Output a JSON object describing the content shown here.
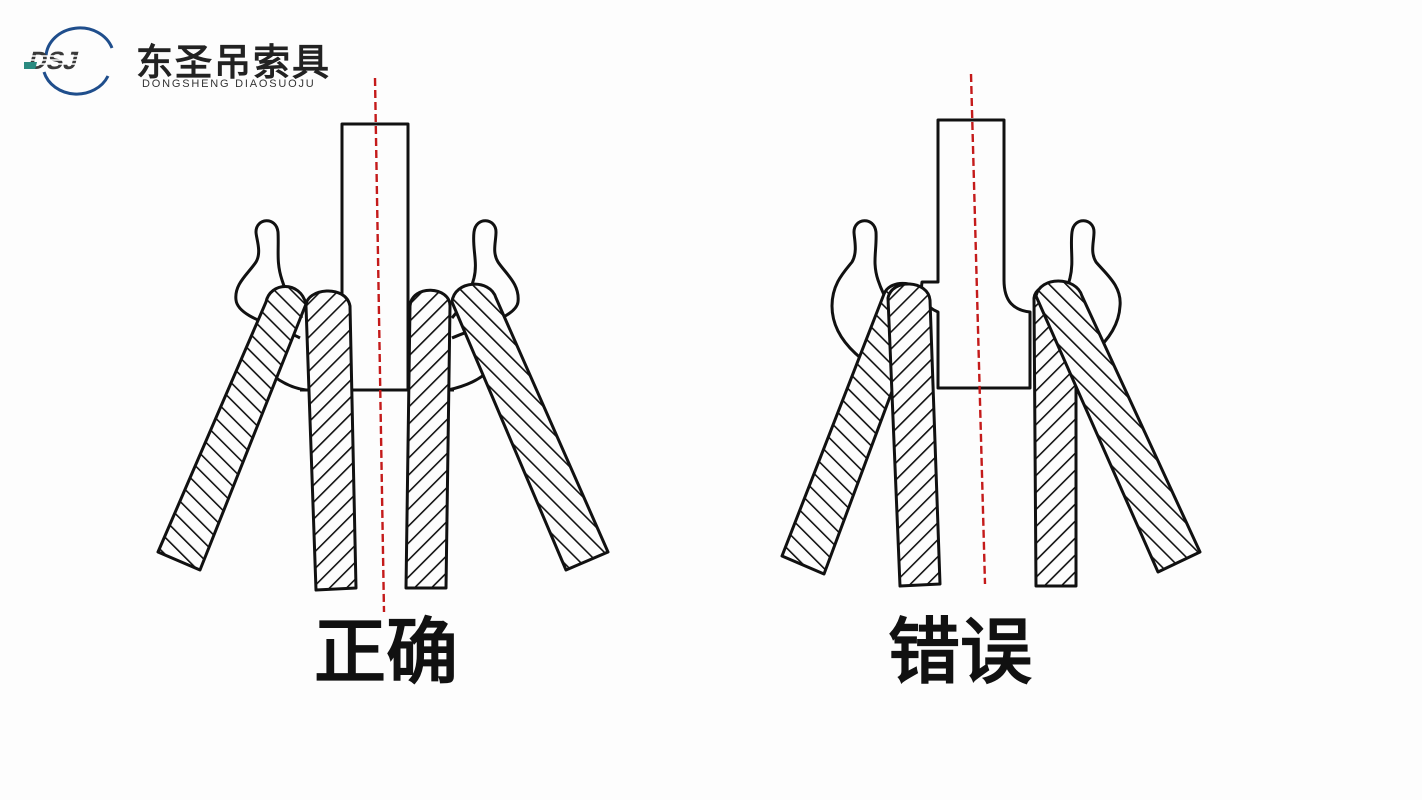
{
  "brand": {
    "name_cn": "东圣吊索具",
    "name_en": "DONGSHENG DIAOSUOJU",
    "logo_letters": "DSJ",
    "colors": {
      "mark": "#3a3a3a",
      "arc": "#1f4e8c",
      "accent": "#2a8a80"
    }
  },
  "panels": {
    "correct": {
      "label": "正确"
    },
    "wrong": {
      "label": "错误"
    }
  },
  "colors": {
    "stroke": "#111111",
    "centerline": "#c41a1a",
    "background": "#fdfdfd"
  }
}
